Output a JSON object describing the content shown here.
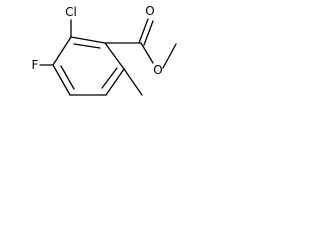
{
  "molecule": {
    "atoms": {
      "chlorine": "Cl",
      "carbonyl_oxygen": "O",
      "ester_oxygen": "O",
      "fluorine": "F"
    }
  }
}
